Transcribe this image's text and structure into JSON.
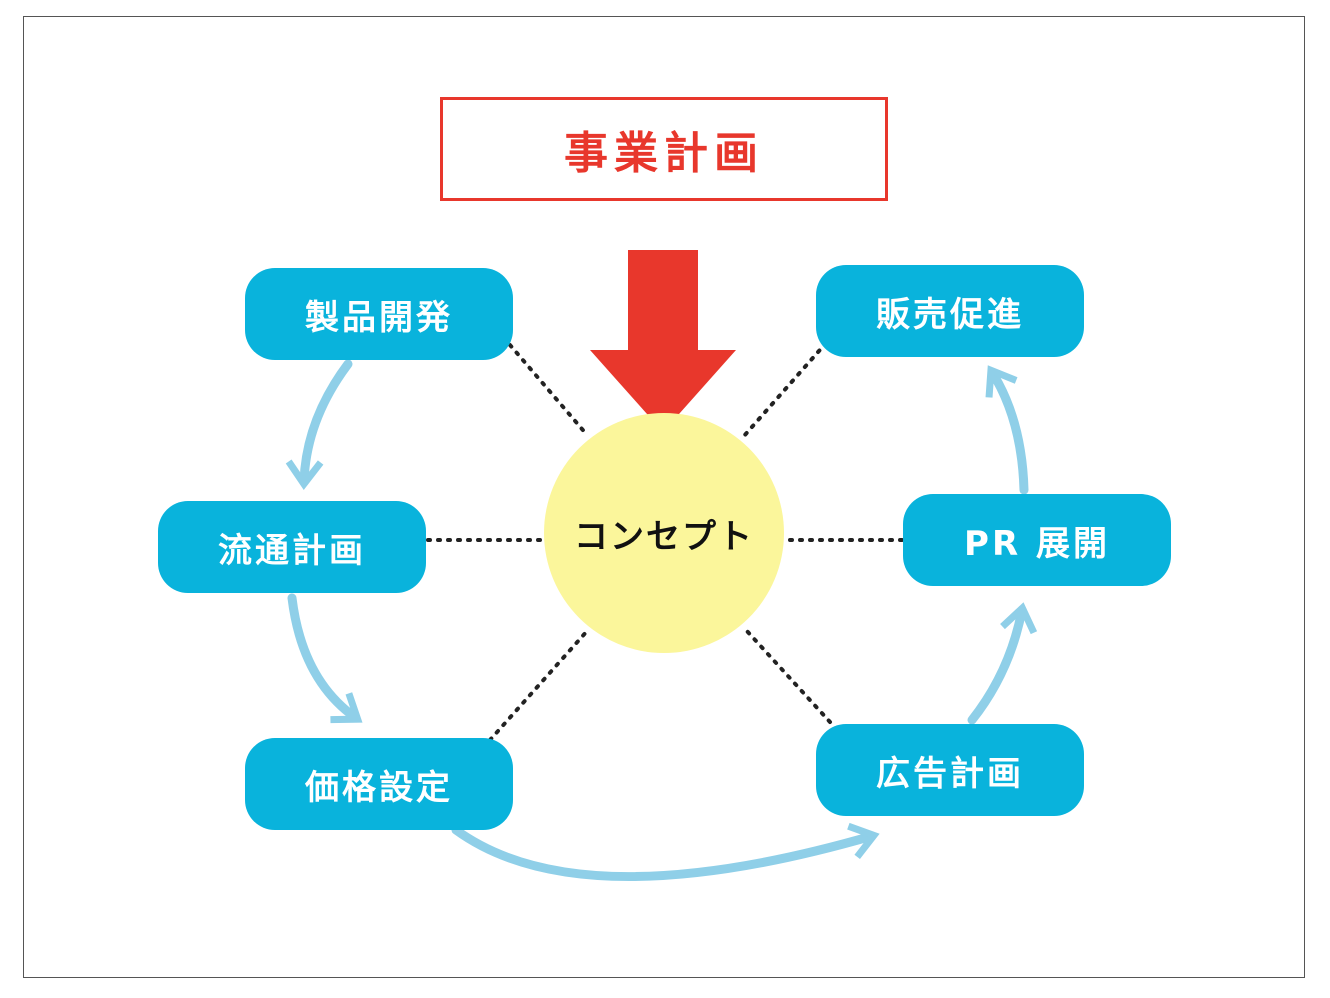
{
  "title": "事業計画",
  "center": "コンセプト",
  "nodes": {
    "product_dev": "製品開発",
    "distribution": "流通計画",
    "pricing": "価格設定",
    "sales_promo": "販売促進",
    "pr": "PR 展開",
    "advertising": "広告計画"
  },
  "colors": {
    "title_red": "#e8372c",
    "arrow_red": "#e8372c",
    "node_blue": "#09b3dc",
    "cycle_arrow": "#8fcfe8",
    "center_yellow": "#fbf69b",
    "dotted_line": "#222222"
  }
}
